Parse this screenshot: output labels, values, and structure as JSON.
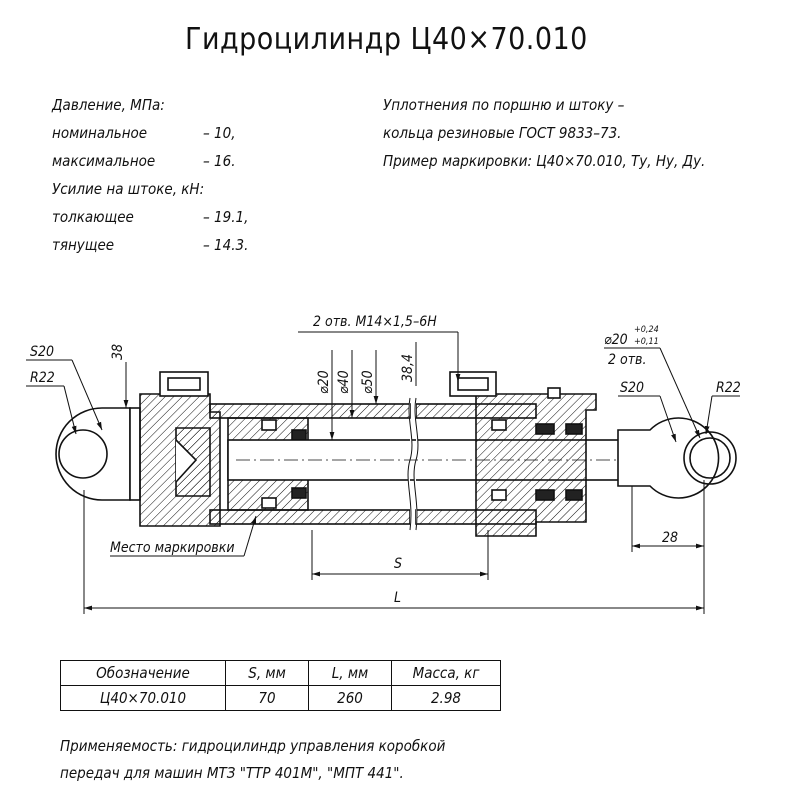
{
  "title": "Гидроцилиндр Ц40×70.010",
  "specs": {
    "pressure_header": "Давление, МПа:",
    "nominal_label": "номинальное",
    "nominal_value": "– 10,",
    "max_label": "максимальное",
    "max_value": "– 16.",
    "force_header": "Усилие на штоке, кН:",
    "push_label": "толкающее",
    "push_value": "– 19.1,",
    "pull_label": "тянущее",
    "pull_value": "– 14.3."
  },
  "notes_right": {
    "line1": "Уплотнения по поршню и штоку –",
    "line2": "кольца резиновые ГОСТ 9833–73.",
    "line3": "Пример маркировки: Ц40×70.010, Ту, Ну, Ду."
  },
  "drawing": {
    "port_label": "2 отв. М14×1,5–6Н",
    "dia_20": "⌀20",
    "dia_40": "⌀40",
    "dia_50": "⌀50",
    "dim_38_4": "38,4",
    "dim_38": "38",
    "s20_left": "S20",
    "r22_left": "R22",
    "hole_dia": "⌀20",
    "hole_tol_upper": "+0,24",
    "hole_tol_lower": "+0,11",
    "hole_count": "2 отв.",
    "s20_right": "S20",
    "r22_right": "R22",
    "dim_28": "28",
    "dim_S": "S",
    "dim_L": "L",
    "marking_place": "Место маркировки"
  },
  "table": {
    "headers": [
      "Обозначение",
      "S, мм",
      "L, мм",
      "Масса, кг"
    ],
    "rows": [
      [
        "Ц40×70.010",
        "70",
        "260",
        "2.98"
      ]
    ]
  },
  "applicability": {
    "line1": "Применяемость: гидроцилиндр управления коробкой",
    "line2": "передач для машин МТЗ \"ТТР 401М\", \"МПТ 441\"."
  }
}
